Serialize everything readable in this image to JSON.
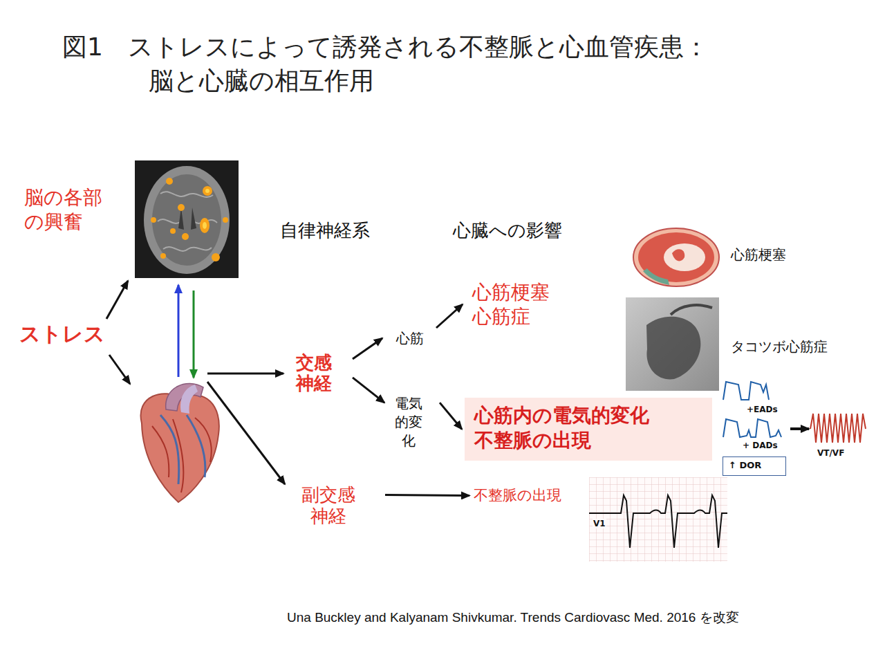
{
  "diagram": {
    "title": "図1　ストレスによって誘発される不整脈と心血管疾患： 脳と心臓の相互作用",
    "caption": "Una Buckley and Kalyanam Shivkumar. Trends Cardiovasc Med. 2016 を改変",
    "nodes": [
      {
        "text": [
          "ストレス"
        ]
      },
      {
        "text": [
          "脳の各部 の興奮"
        ]
      },
      {
        "text": [
          "交感 神経"
        ]
      },
      {
        "text": [
          "心筋"
        ]
      },
      {
        "text": [
          "電気 的変 化"
        ]
      },
      {
        "text": [
          "心筋梗塞 心筋症"
        ]
      },
      {
        "text": [
          "心筋内の電気的変化 不整脈の出現"
        ]
      },
      {
        "text": [
          "副交感 神経"
        ]
      },
      {
        "text": [
          "不整脈の出現"
        ]
      },
      {
        "text": [
          "↑ DOR"
        ]
      }
    ],
    "edges": [
      {
        "from": 0,
        "to": 1,
        "arrow": "to"
      },
      {
        "from": 2,
        "to": 3,
        "arrow": "to"
      },
      {
        "from": 2,
        "to": 4,
        "arrow": "to"
      },
      {
        "from": 3,
        "to": 5,
        "arrow": "to"
      },
      {
        "from": 4,
        "to": 6,
        "arrow": "to"
      },
      {
        "from": 7,
        "to": 8,
        "arrow": "to"
      }
    ],
    "labels": [
      "自律神経系",
      "心臓への影響",
      "心筋梗塞",
      "タコツボ心筋症",
      "+EADs",
      "+ DADs",
      "VT/VF",
      "V1"
    ]
  }
}
